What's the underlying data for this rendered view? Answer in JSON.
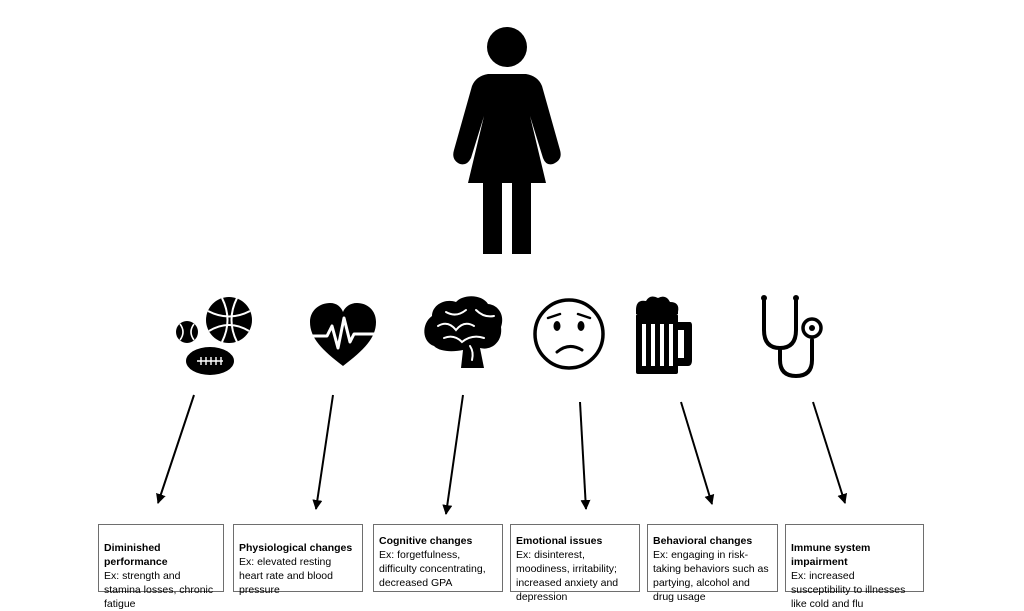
{
  "boxes": [
    {
      "title": "Diminished performance",
      "desc": "Ex: strength and stamina losses, chronic fatigue"
    },
    {
      "title": "Physiological changes",
      "desc": "Ex: elevated resting heart rate and blood pressure"
    },
    {
      "title": "Cognitive changes",
      "desc": "Ex: forgetfulness, difficulty concentrating, decreased GPA"
    },
    {
      "title": "Emotional issues",
      "desc": "Ex: disinterest, moodiness, irritability; increased anxiety and depression"
    },
    {
      "title": "Behavioral changes",
      "desc": "Ex: engaging in risk-taking behaviors such as partying, alcohol and drug usage"
    },
    {
      "title": "Immune system impairment",
      "desc": "Ex: increased susceptibility to illnesses like cold and flu"
    }
  ],
  "icons": [
    "sports-balls-icon",
    "heartbeat-icon",
    "brain-icon",
    "sad-face-icon",
    "beer-mug-icon",
    "stethoscope-icon"
  ],
  "colors": {
    "icon": "#000000",
    "box_border": "#6e6e6e"
  }
}
